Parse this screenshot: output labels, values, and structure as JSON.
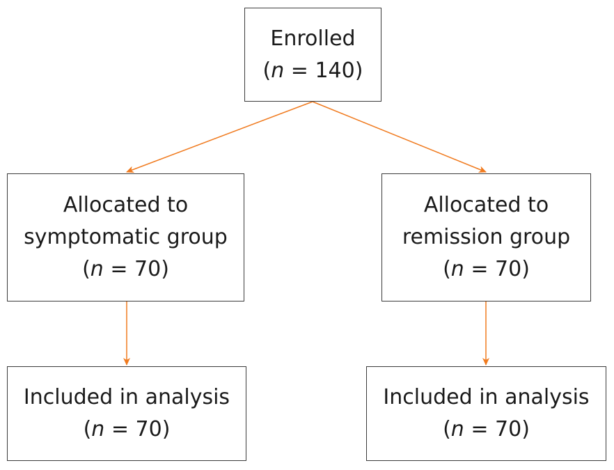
{
  "colors": {
    "arrow": "#f07a1e",
    "border": "#3a3a3a"
  },
  "enrolled": {
    "label": "Enrolled",
    "n_prefix": "(",
    "n_var": "n",
    "n_suffix": " = 140)"
  },
  "symptomatic": {
    "line1": "Allocated to",
    "line2": "symptomatic group",
    "n_prefix": "(",
    "n_var": "n",
    "n_suffix": " = 70)"
  },
  "remission": {
    "line1": "Allocated to",
    "line2": "remission group",
    "n_prefix": "(",
    "n_var": "n",
    "n_suffix": " = 70)"
  },
  "included_left": {
    "label": "Included in analysis",
    "n_prefix": "(",
    "n_var": "n",
    "n_suffix": " = 70)"
  },
  "included_right": {
    "label": "Included in analysis",
    "n_prefix": "(",
    "n_var": "n",
    "n_suffix": " = 70)"
  }
}
